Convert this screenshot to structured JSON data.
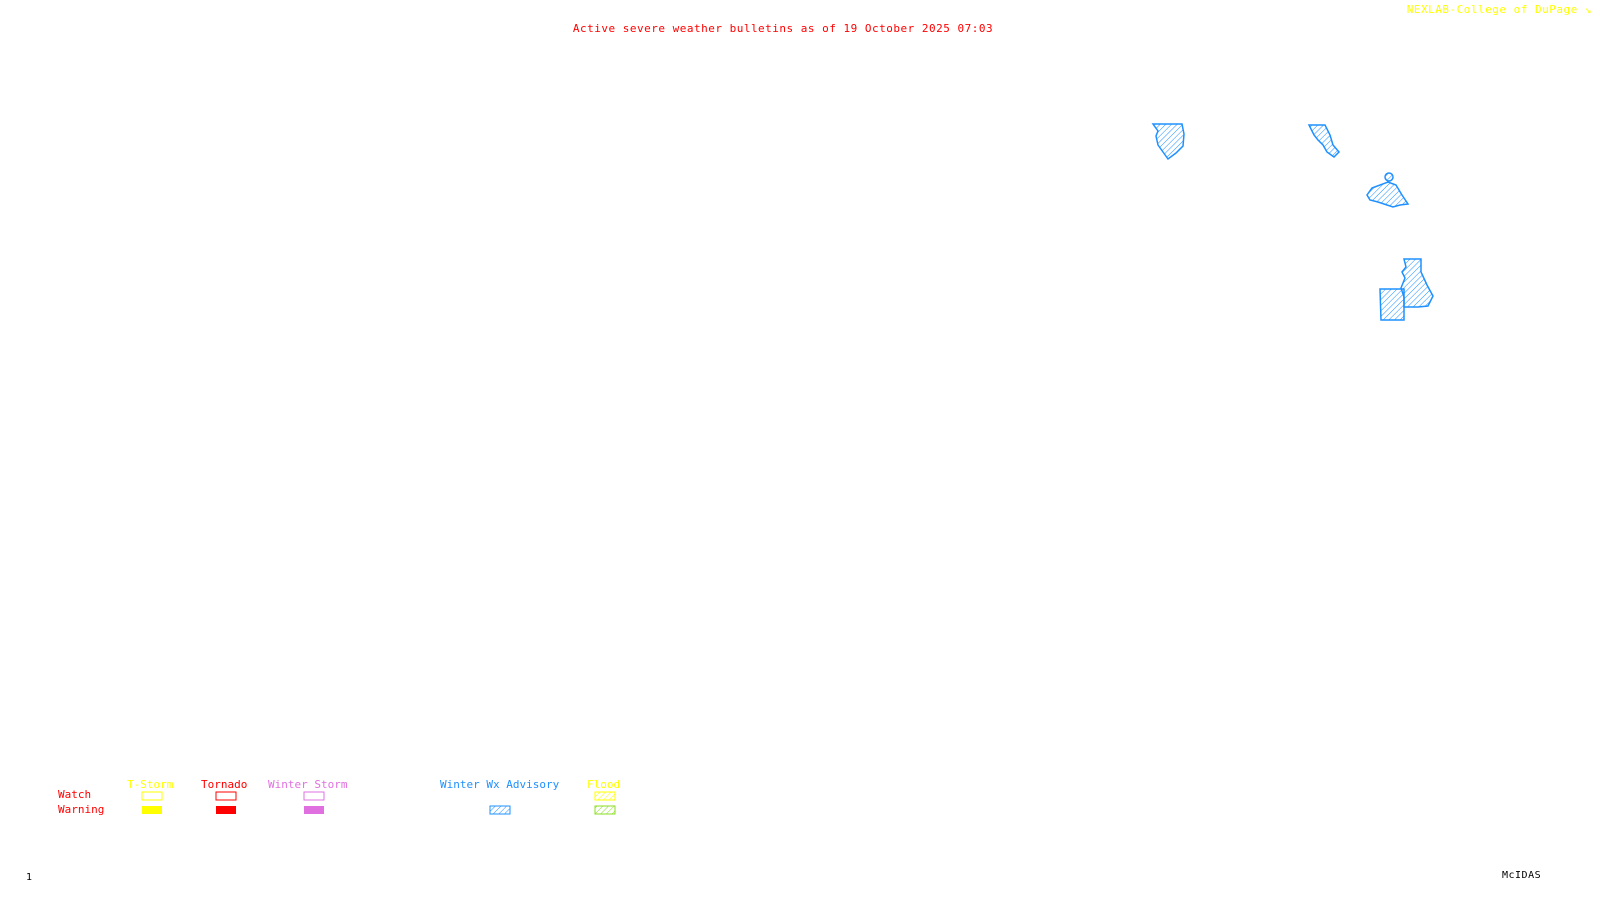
{
  "header": {
    "title": "Active severe weather bulletins as of 19 October 2025 07:03",
    "credit": "NEXLAB-College of DuPage",
    "credit_icon": "resize-corner-icon"
  },
  "footer": {
    "frame_number": "1",
    "software": "McIDAS"
  },
  "colors": {
    "title": "#ff0000",
    "credit": "#ffff00",
    "tstorm": "#ffff00",
    "tornado": "#ff0000",
    "winter_storm": "#e070e0",
    "winter_wx_advisory": "#1e90ff",
    "flood_watch": "#ffff00",
    "flood_warning": "#88dd22",
    "row_labels": "#ff0000"
  },
  "legend": {
    "rows": [
      "Watch",
      "Warning"
    ],
    "categories": [
      {
        "label": "T-Storm",
        "watch": "outline",
        "warning": "solid"
      },
      {
        "label": "Tornado",
        "watch": "outline",
        "warning": "solid"
      },
      {
        "label": "Winter Storm",
        "watch": "outline",
        "warning": "solid"
      },
      {
        "label": "Winter Wx Advisory",
        "watch": "none",
        "warning": "hatched"
      },
      {
        "label": "Flood",
        "watch": "hatched",
        "warning": "hatched"
      }
    ]
  },
  "map": {
    "active_areas": [
      {
        "type": "Winter Wx Advisory",
        "region": "area-1"
      },
      {
        "type": "Winter Wx Advisory",
        "region": "area-2"
      },
      {
        "type": "Winter Wx Advisory",
        "region": "area-3"
      },
      {
        "type": "Winter Wx Advisory",
        "region": "area-4"
      },
      {
        "type": "Winter Wx Advisory",
        "region": "area-5"
      }
    ]
  }
}
